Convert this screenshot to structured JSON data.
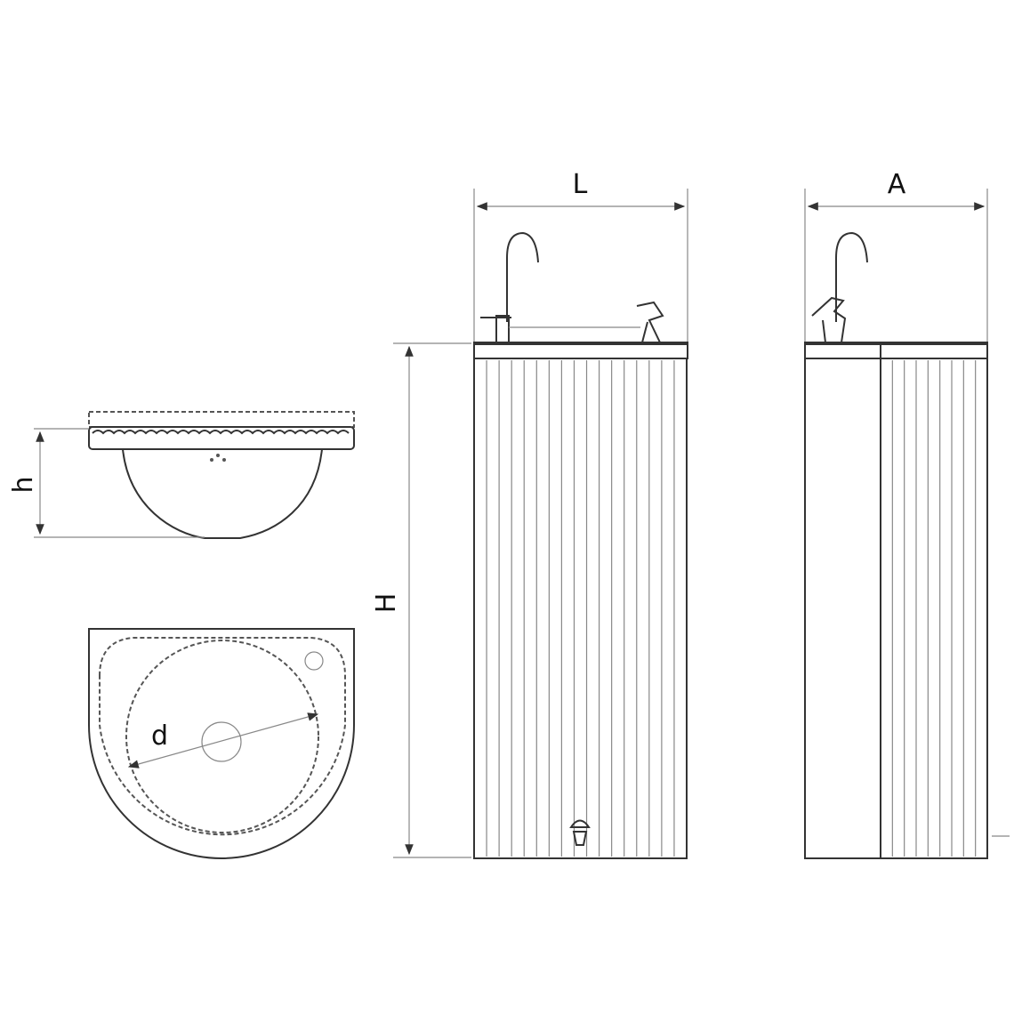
{
  "dimensions": {
    "length_label": "L",
    "depth_label": "A",
    "height_label": "H",
    "basin_height_label": "h",
    "basin_diameter_label": "d"
  },
  "colors": {
    "line": "#333333",
    "dimension_line": "#888888",
    "background": "#ffffff"
  }
}
